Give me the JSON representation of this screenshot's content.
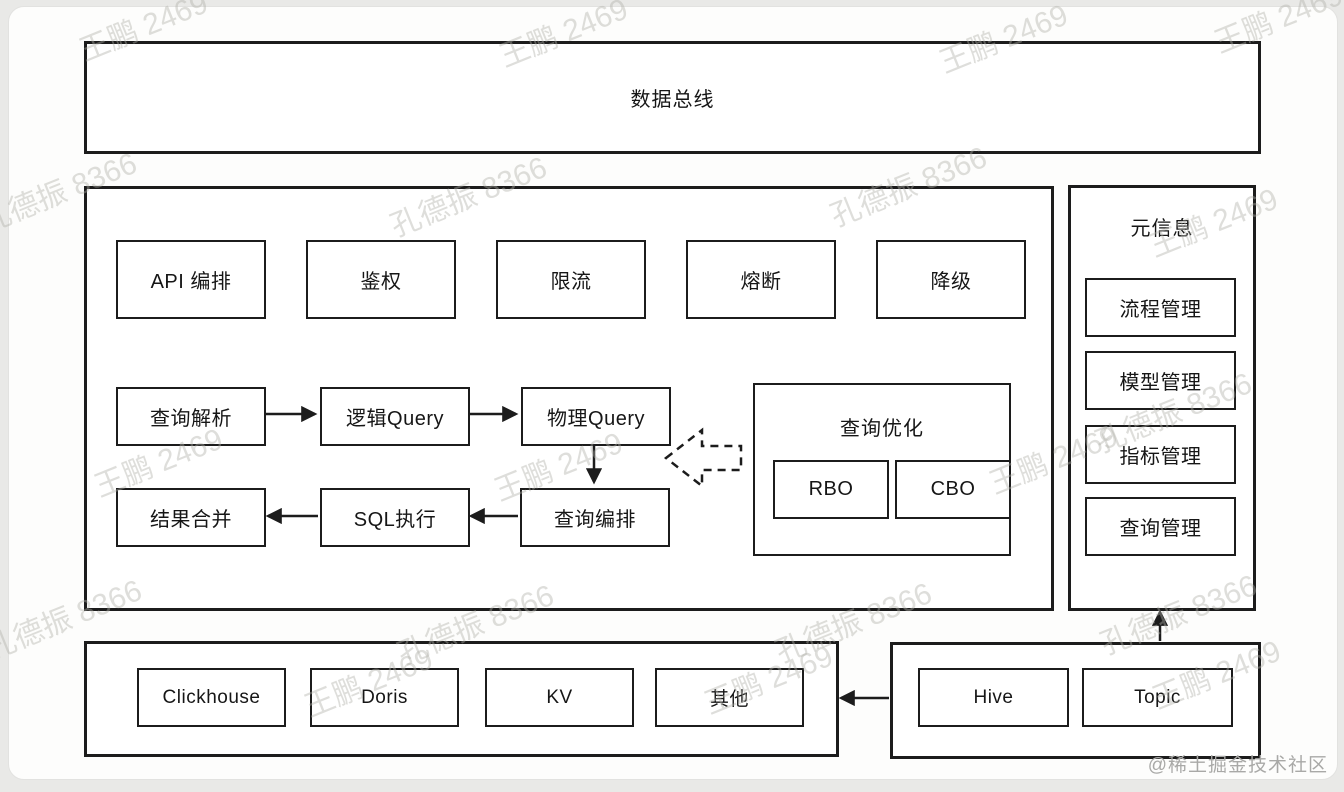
{
  "diagram": {
    "data_bus": "数据总线",
    "gateway_row": [
      "API 编排",
      "鉴权",
      "限流",
      "熔断",
      "降级"
    ],
    "query_flow": {
      "parse": "查询解析",
      "logical_query": "逻辑Query",
      "physical_query": "物理Query",
      "result_merge": "结果合并",
      "sql_execute": "SQL执行",
      "query_orchestrate": "查询编排"
    },
    "query_optimize": {
      "title": "查询优化",
      "rbo": "RBO",
      "cbo": "CBO"
    },
    "meta_info": {
      "title": "元信息",
      "items": [
        "流程管理",
        "模型管理",
        "指标管理",
        "查询管理"
      ]
    },
    "storage": [
      "Clickhouse",
      "Doris",
      "KV",
      "其他"
    ],
    "sources": [
      "Hive",
      "Topic"
    ]
  },
  "watermarks": {
    "a": "王鹏 2469",
    "b": "孔德振 8366"
  },
  "credit": "@稀土掘金技术社区",
  "colors": {
    "line": "#1c1c1c",
    "watermark": "#b0b0aa",
    "credit": "#a9a9a7"
  }
}
